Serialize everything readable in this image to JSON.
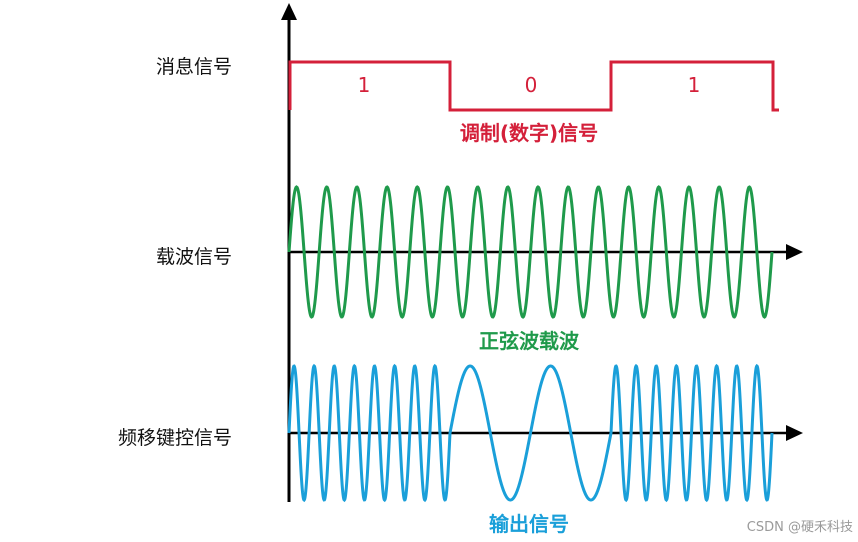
{
  "labels": {
    "message": "消息信号",
    "carrier": "载波信号",
    "fsk": "频移键控信号"
  },
  "captions": {
    "modulation": "调制(数字)信号",
    "carrier": "正弦波载波",
    "output": "输出信号"
  },
  "bits": [
    "1",
    "0",
    "1"
  ],
  "watermark": "CSDN @硬禾科技",
  "colors": {
    "axis": "#000000",
    "message": "#d4203a",
    "carrier": "#1f9a4b",
    "fsk": "#1a9fd9"
  },
  "signal": {
    "carrier_cycles": 16,
    "fsk_high_cycles_per_bit": 8,
    "fsk_low_cycles_per_bit": 2
  }
}
